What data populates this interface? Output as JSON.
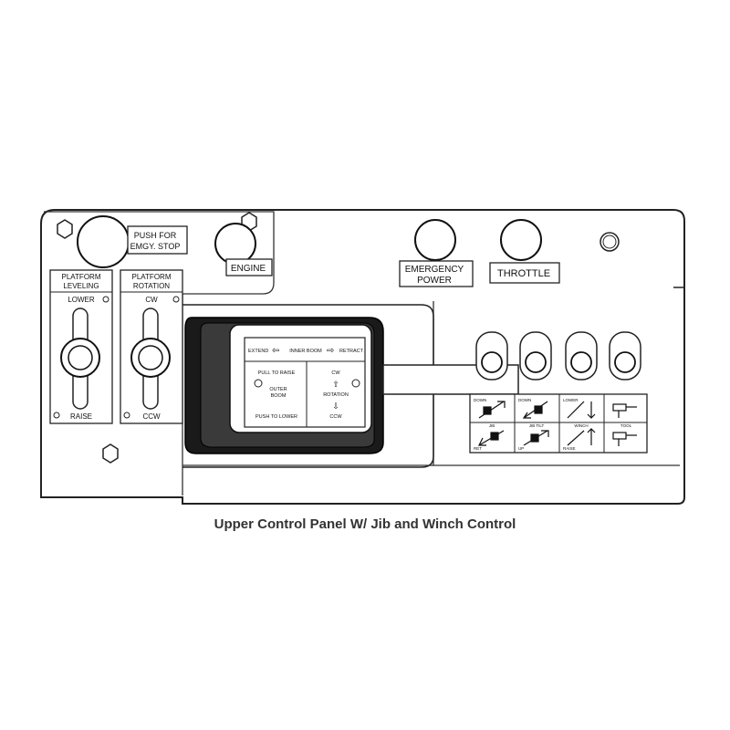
{
  "caption": "Upper Control Panel W/ Jib and Winch Control",
  "buttons": {
    "emergency_stop_label_1": "PUSH FOR",
    "emergency_stop_label_2": "EMGY. STOP",
    "engine_label": "ENGINE",
    "emergency_power_label_1": "EMERGENCY",
    "emergency_power_label_2": "POWER",
    "throttle_label": "THROTTLE"
  },
  "platform_leveling": {
    "title_1": "PLATFORM",
    "title_2": "LEVELING",
    "top_label": "LOWER",
    "bottom_label": "RAISE"
  },
  "platform_rotation": {
    "title_1": "PLATFORM",
    "title_2": "ROTATION",
    "top_label": "CW",
    "bottom_label": "CCW"
  },
  "boom_controller": {
    "extend_label": "EXTEND",
    "boom_label": "INNER BOOM",
    "retract_label": "RETRACT",
    "pull_label": "PULL TO RAISE",
    "outer_boom_1": "OUTER",
    "outer_boom_2": "BOOM",
    "push_label": "PUSH TO LOWER",
    "cw_label": "CW",
    "rotation_label": "ROTATION",
    "ccw_label": "CCW"
  },
  "jib_winch_decals": {
    "top_row": [
      "DOWN",
      "DOWN",
      "LOWER",
      ""
    ],
    "mid_row": [
      "JIB",
      "JIB TILT",
      "WINCH",
      "TOOL"
    ],
    "bottom_row": [
      "RET",
      "UP",
      "RAISE",
      ""
    ]
  }
}
